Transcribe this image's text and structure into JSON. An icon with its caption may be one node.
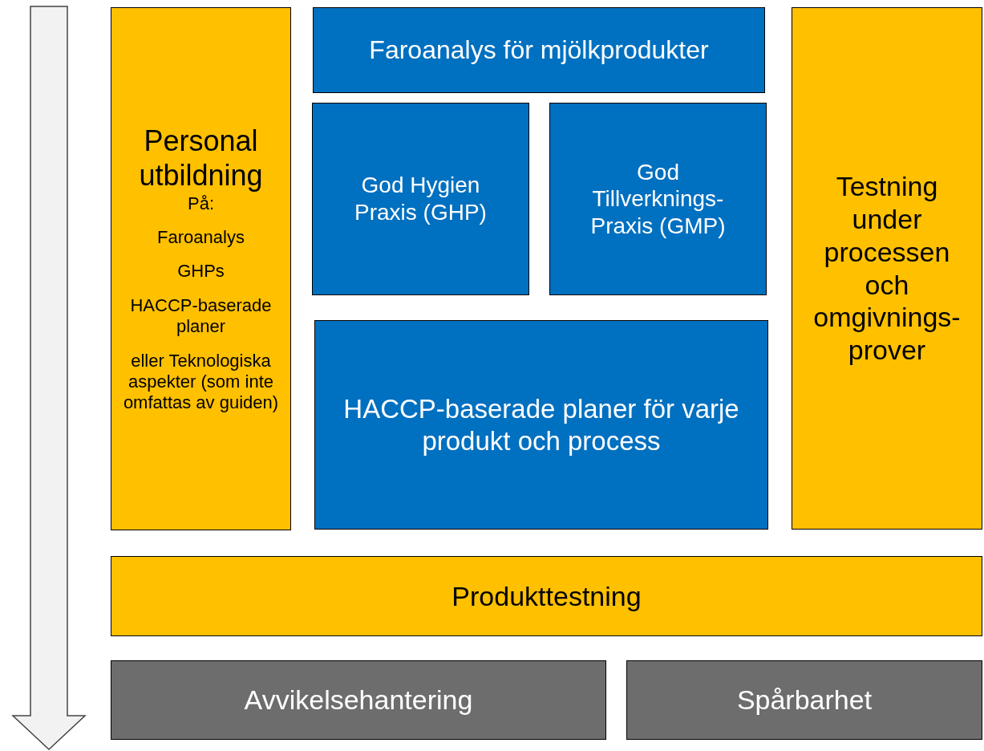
{
  "diagram": {
    "nodes": [
      {
        "text": [
          "Personal utbildning",
          "På:",
          "Faroanalys",
          "GHPs",
          "HACCP-baserade planer",
          "eller Teknologiska aspekter (som inte omfattas av guiden)"
        ]
      },
      {
        "text": [
          "Faroanalys för mjölkprodukter"
        ]
      },
      {
        "text": [
          "God Hygien Praxis (GHP)"
        ]
      },
      {
        "text": [
          "God Tillverknings-Praxis (GMP)"
        ]
      },
      {
        "text": [
          "HACCP-baserade planer för varje produkt och process"
        ]
      },
      {
        "text": [
          "Testning under processen och omgivnings-prover"
        ]
      },
      {
        "text": [
          "Produkttestning"
        ]
      },
      {
        "text": [
          "Avvikelsehantering"
        ]
      },
      {
        "text": [
          "Spårbarhet"
        ]
      }
    ],
    "edges": []
  }
}
